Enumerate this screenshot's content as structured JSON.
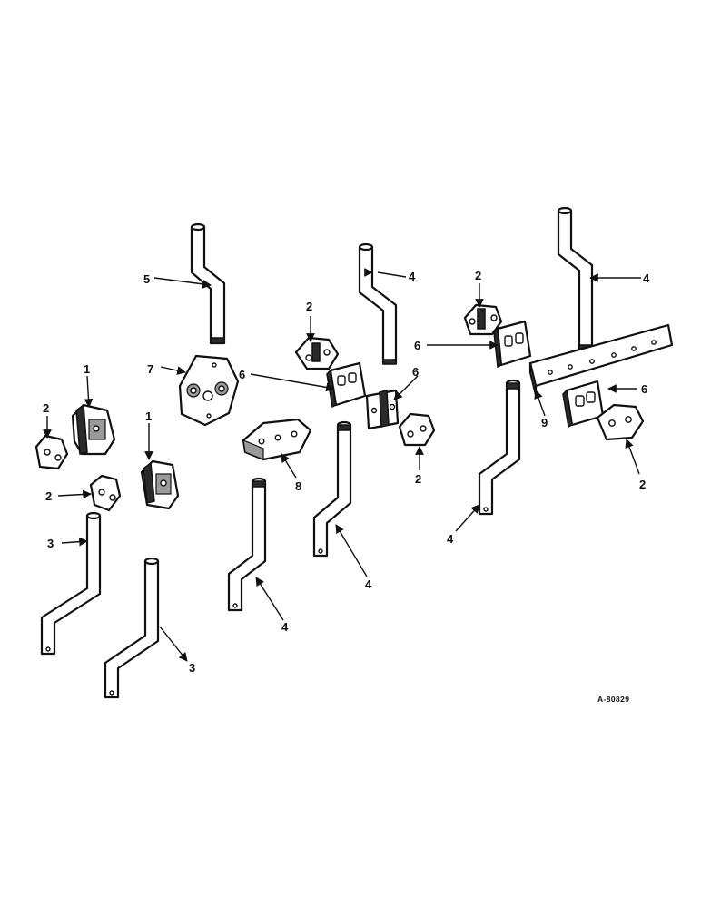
{
  "diagram": {
    "reference_number": "A-80829",
    "callouts": [
      {
        "id": "c1a",
        "label": "1"
      },
      {
        "id": "c1b",
        "label": "1"
      },
      {
        "id": "c2a",
        "label": "2"
      },
      {
        "id": "c2b",
        "label": "2"
      },
      {
        "id": "c2c",
        "label": "2"
      },
      {
        "id": "c2d",
        "label": "2"
      },
      {
        "id": "c2e",
        "label": "2"
      },
      {
        "id": "c2f",
        "label": "2"
      },
      {
        "id": "c3a",
        "label": "3"
      },
      {
        "id": "c3b",
        "label": "3"
      },
      {
        "id": "c4a",
        "label": "4"
      },
      {
        "id": "c4b",
        "label": "4"
      },
      {
        "id": "c4c",
        "label": "4"
      },
      {
        "id": "c4d",
        "label": "4"
      },
      {
        "id": "c4e",
        "label": "4"
      },
      {
        "id": "c5",
        "label": "5"
      },
      {
        "id": "c6a",
        "label": "6"
      },
      {
        "id": "c6b",
        "label": "6"
      },
      {
        "id": "c6c",
        "label": "6"
      },
      {
        "id": "c6d",
        "label": "6"
      },
      {
        "id": "c7",
        "label": "7"
      },
      {
        "id": "c8",
        "label": "8"
      },
      {
        "id": "c9",
        "label": "9"
      }
    ]
  }
}
